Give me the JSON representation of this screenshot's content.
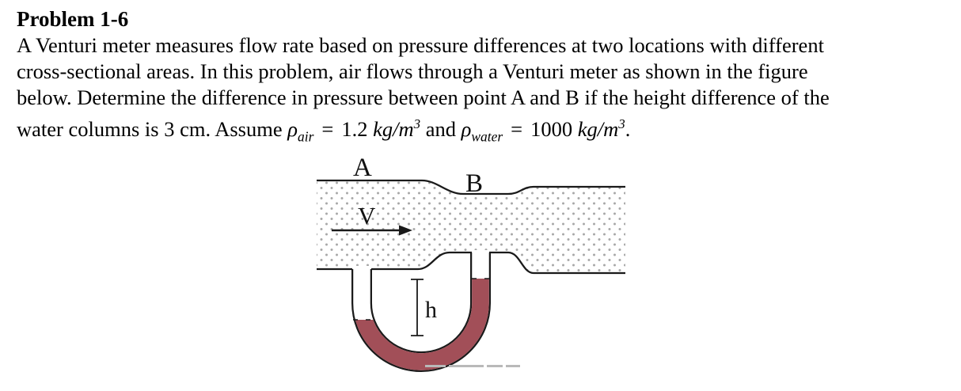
{
  "page": {
    "background": "#ffffff"
  },
  "document": {
    "title": "Problem 1-6",
    "body_lines": [
      "A Venturi meter measures flow rate based on pressure differences at two locations with different",
      "cross-sectional areas. In this problem, air flows through a Venturi meter as shown in the figure",
      "below. Determine the difference in pressure between point A and B if the height difference of the"
    ],
    "last_line": {
      "prefix": "water columns is 3 cm. Assume ",
      "rho": "ρ",
      "sub_air": "air",
      "sub_water": "water",
      "equals": "=",
      "value_air": "1.2",
      "value_water": "1000",
      "unit": "kg/m",
      "exponent": "3",
      "conjunction": "and",
      "period": "."
    }
  },
  "figure": {
    "label_point_a": "A",
    "label_point_b": "B",
    "label_velocity": "V",
    "label_height": "h",
    "liquid_color": "#a24f58",
    "dot_color": "#a8a8a8",
    "outline_color": "#1a1a1a"
  }
}
